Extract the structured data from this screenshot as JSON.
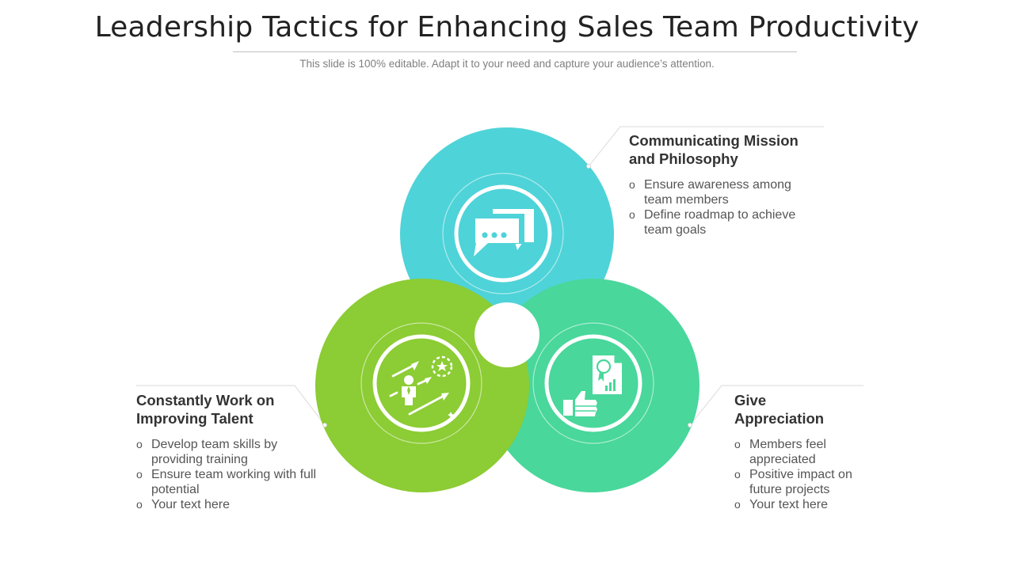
{
  "header": {
    "title": "Leadership Tactics for Enhancing Sales Team Productivity",
    "subtitle": "This slide is 100% editable. Adapt it to your need and capture your audience’s attention."
  },
  "colors": {
    "teal": "#4ED3D8",
    "green": "#8CCC34",
    "mint": "#49D79B",
    "text_dark": "#333333",
    "text_body": "#555555"
  },
  "tactics": [
    {
      "id": "communicating",
      "icon": "chat-bubbles-icon",
      "heading_line1": "Communicating Mission",
      "heading_line2": "and Philosophy",
      "bullets": [
        "Ensure awareness among",
        "team members",
        "Define roadmap to achieve",
        "team goals"
      ]
    },
    {
      "id": "talent",
      "icon": "talent-growth-icon",
      "heading_line1": "Constantly Work on",
      "heading_line2": "Improving Talent",
      "bullets": [
        "Develop team skills by",
        "providing training",
        "Ensure team working with full",
        "potential",
        "Your text here"
      ]
    },
    {
      "id": "appreciation",
      "icon": "certificate-thumbs-up-icon",
      "heading_line1": "Give",
      "heading_line2": "Appreciation",
      "bullets": [
        "Members feel",
        "appreciated",
        "Positive impact on",
        "future projects",
        "Your text here"
      ]
    }
  ],
  "bullet_glyph": "o"
}
